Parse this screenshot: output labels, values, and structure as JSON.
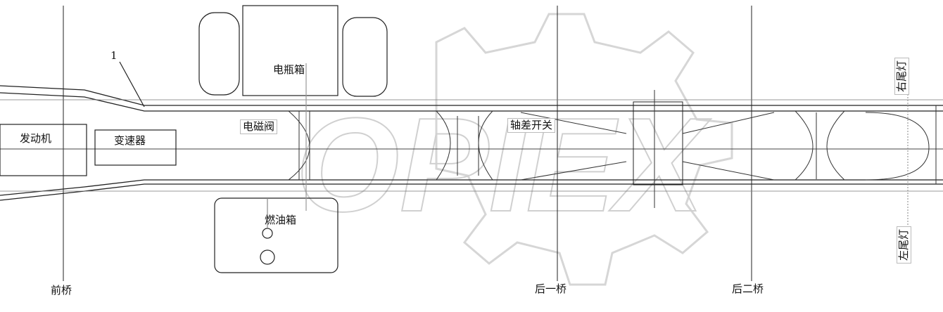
{
  "watermark": {
    "logo_text": "OPIEX",
    "color": "#d9d9d9"
  },
  "labels": {
    "part_number": "1",
    "battery_box": "电瓶箱",
    "solenoid_valve": "电磁阀",
    "engine": "发动机",
    "transmission": "变速器",
    "diff_lock_switch": "轴差开关",
    "fuel_tank": "燃油箱",
    "front_axle": "前桥",
    "rear_axle_1": "后一桥",
    "rear_axle_2": "后二桥",
    "right_tail_light": "右尾灯",
    "left_tail_light": "左尾灯"
  },
  "colors": {
    "line": "#222222",
    "faint": "#888888"
  }
}
